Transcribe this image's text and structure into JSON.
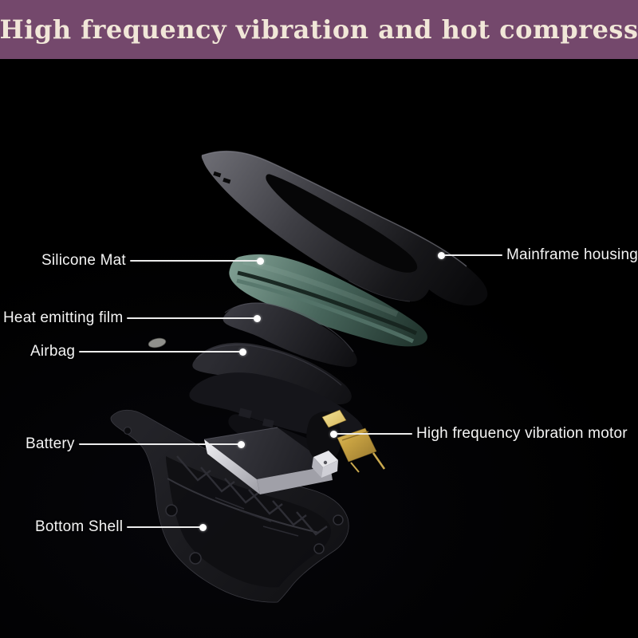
{
  "banner": {
    "title": "High frequency vibration and hot compress",
    "background_color": "#74486c",
    "text_color": "#f1e7d8"
  },
  "diagram": {
    "labels": [
      {
        "id": "silicone-mat",
        "text": "Silicone Mat",
        "side": "left"
      },
      {
        "id": "mainframe-housing",
        "text": "Mainframe housing",
        "side": "right"
      },
      {
        "id": "heat-emitting-film",
        "text": "Heat emitting film",
        "side": "left"
      },
      {
        "id": "airbag",
        "text": "Airbag",
        "side": "left"
      },
      {
        "id": "battery",
        "text": "Battery",
        "side": "left"
      },
      {
        "id": "vibration-motor",
        "text": "High frequency vibration motor",
        "side": "right"
      },
      {
        "id": "bottom-shell",
        "text": "Bottom Shell",
        "side": "left"
      }
    ],
    "colors": {
      "leader_line": "#ececec",
      "leader_dot": "#ffffff",
      "silicone_mat_teal": "#5f8076",
      "motor_gold": "#d4b257",
      "battery_silver": "#d6d6da",
      "housing_gray": "#4a4a50"
    }
  }
}
